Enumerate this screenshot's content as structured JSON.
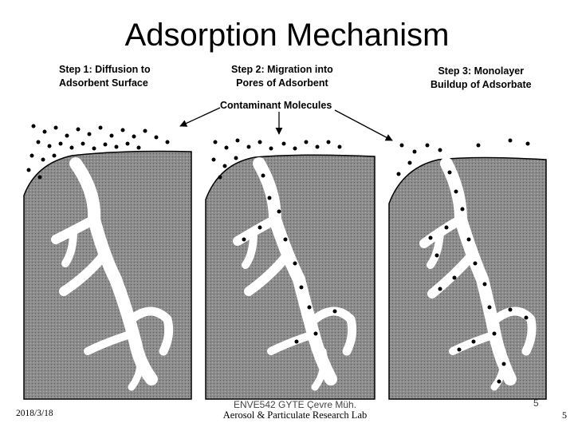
{
  "title": "Adsorption Mechanism",
  "steps": [
    {
      "line1": "Step 1: Diffusion to",
      "line2": "Adsorbent Surface"
    },
    {
      "line1": "Step 2: Migration into",
      "line2": "Pores of Adsorbent"
    },
    {
      "line1": "Step 3: Monolayer",
      "line2": "Buildup of Adsorbate"
    }
  ],
  "contaminant_label": "Contaminant Molecules",
  "footer": {
    "date": "2018/3/18",
    "course": "ENVE542  GYTE Çevre Müh.",
    "lab": "Aerosol & Particulate Research Lab",
    "slide_number": "5",
    "page_number": "5"
  },
  "colors": {
    "adsorbent_fill": "#8c8c8c",
    "pore_fill": "#ffffff",
    "molecule": "#000000"
  }
}
